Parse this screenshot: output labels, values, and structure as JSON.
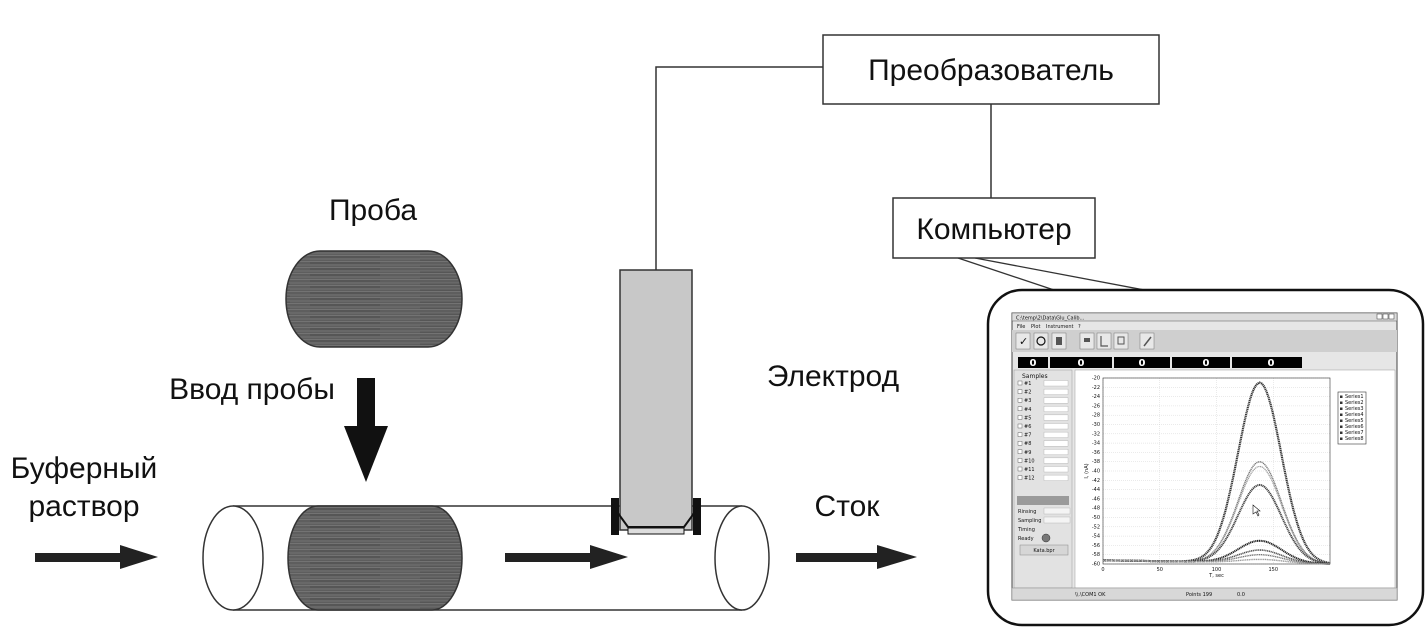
{
  "labels": {
    "converter": "Преобразователь",
    "computer": "Компьютер",
    "sample": "Проба",
    "sample_input": "Ввод пробы",
    "buffer_line1": "Буферный",
    "buffer_line2": "раствор",
    "electrode": "Электрод",
    "drain": "Сток"
  },
  "screen": {
    "window_title": "C:\\temp\\2\\Data\\Glu_Calib...",
    "menu": [
      "File",
      "Plot",
      "Instrument",
      "?"
    ],
    "readouts": [
      "0",
      "0",
      "0",
      "0",
      "0"
    ],
    "samples_title": "Samples",
    "samples": [
      "#1",
      "#2",
      "#3",
      "#4",
      "#5",
      "#6",
      "#7",
      "#8",
      "#9",
      "#10",
      "#11",
      "#12"
    ],
    "status_rows": [
      "Rinsing",
      "Sampling",
      "Timing",
      "Ready"
    ],
    "file_button": "Kata.bpr",
    "status_bar": [
      "\\\\.\\COM1 OK",
      "Points 199",
      "0.0"
    ],
    "y_axis_label": "I, (nA)",
    "x_axis_label": "T, sec",
    "y_ticks": [
      "-20",
      "-22",
      "-24",
      "-26",
      "-28",
      "-30",
      "-32",
      "-34",
      "-36",
      "-38",
      "-40",
      "-42",
      "-44",
      "-46",
      "-48",
      "-50",
      "-52",
      "-54",
      "-56",
      "-58",
      "-60"
    ],
    "x_ticks": [
      "0",
      "50",
      "100",
      "150"
    ],
    "legend": [
      "Series1",
      "Series2",
      "Series3",
      "Series4",
      "Series5",
      "Series6",
      "Series7",
      "Series8"
    ]
  },
  "colors": {
    "body_fill": "#5a5a5a",
    "electrode_fill": "#c8c8c8",
    "line": "#333333"
  }
}
